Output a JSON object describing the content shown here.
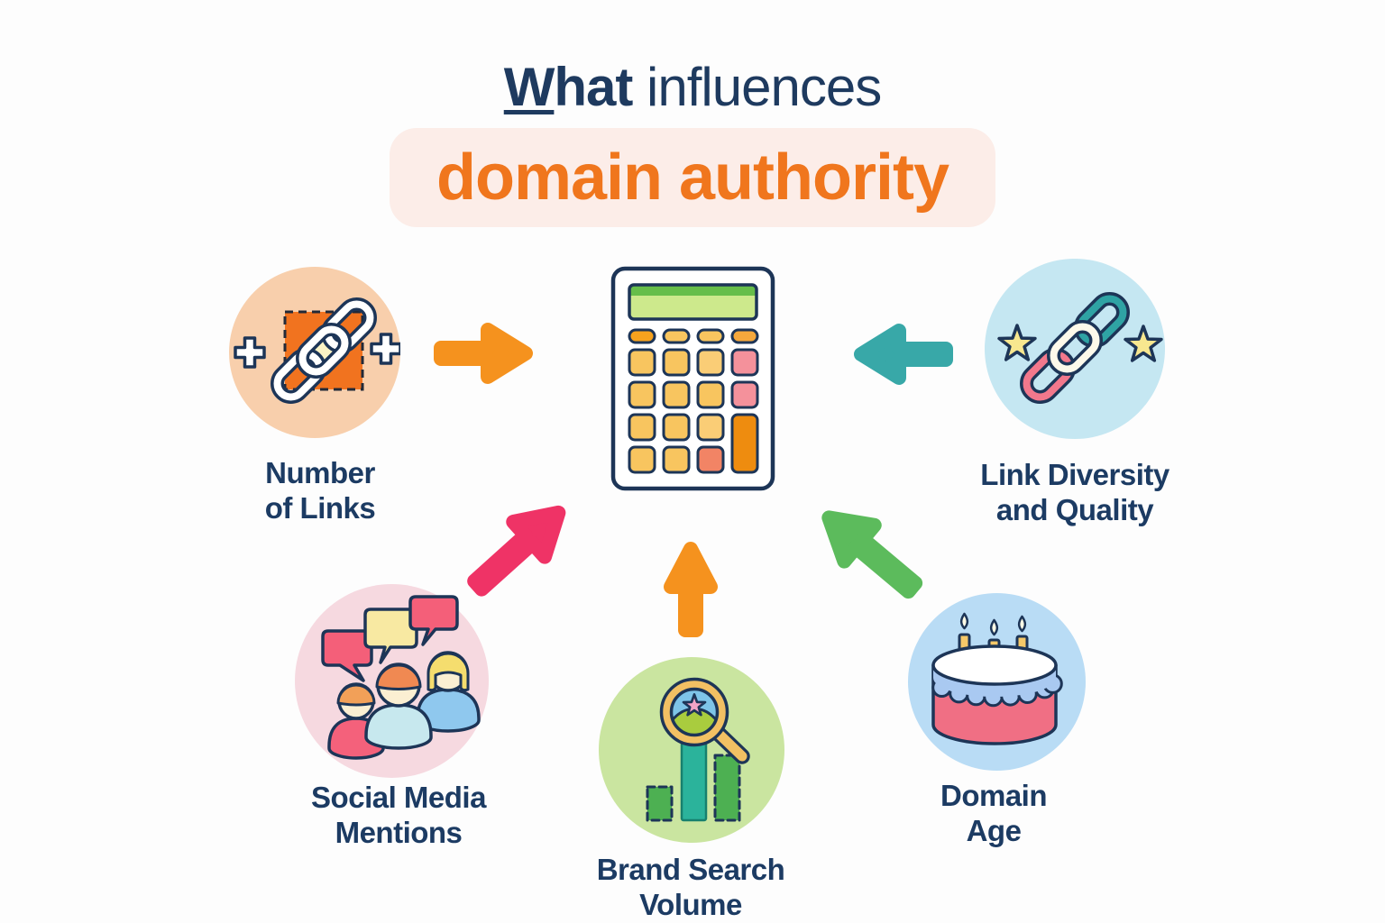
{
  "background_color": "#FDFDFD",
  "title": {
    "word1_initial": "W",
    "word1_rest": "hat",
    "word2": " influences",
    "color": "#1E3A5F",
    "highlight": {
      "text": "domain authority",
      "text_color": "#F0761D",
      "bg_color": "#FCEDE8"
    }
  },
  "center": {
    "icon": "calculator-icon"
  },
  "label_color": "#1C3B63",
  "factors": [
    {
      "id": "number-of-links",
      "label_line1": "Number",
      "label_line2": "of Links",
      "icon": "link-add-icon",
      "circle_color": "#F8CFAC",
      "arrow_color": "#F5921E",
      "arrow_direction": "right"
    },
    {
      "id": "link-diversity-and-quality",
      "label_line1": "Link Diversity",
      "label_line2": "and Quality",
      "icon": "link-quality-stars-icon",
      "circle_color": "#C5E7F2",
      "arrow_color": "#38A8A8",
      "arrow_direction": "left"
    },
    {
      "id": "social-media-mentions",
      "label_line1": "Social Media",
      "label_line2": "Mentions",
      "icon": "social-mentions-icon",
      "circle_color": "#F6D9E0",
      "arrow_color": "#EF3366",
      "arrow_direction": "up-right"
    },
    {
      "id": "brand-search-volume",
      "label_line1": "Brand Search",
      "label_line2": "Volume",
      "icon": "brand-search-icon",
      "circle_color": "#CAE5A0",
      "arrow_color": "#F5921E",
      "arrow_direction": "up"
    },
    {
      "id": "domain-age",
      "label_line1": "Domain",
      "label_line2": "Age",
      "icon": "birthday-cake-icon",
      "circle_color": "#B9DCF5",
      "arrow_color": "#5CBB5C",
      "arrow_direction": "up-left"
    }
  ]
}
